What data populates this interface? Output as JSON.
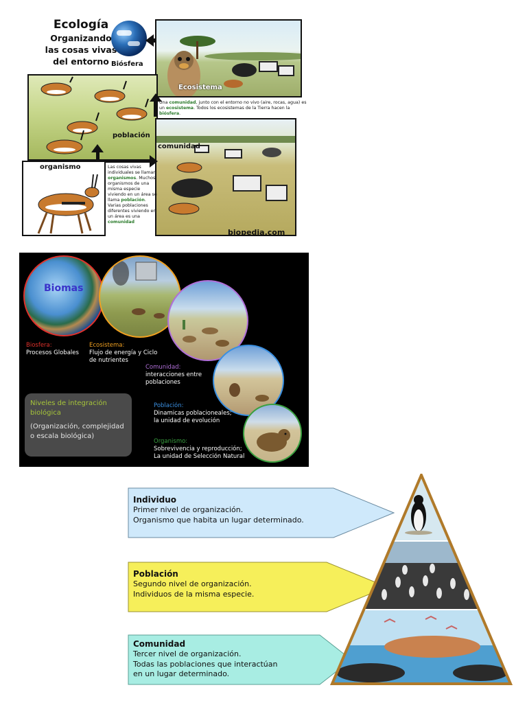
{
  "panel1": {
    "title": "Ecología",
    "subtitle_lines": [
      "Organizando",
      "las cosas vivas",
      "del entorno"
    ],
    "labels": {
      "biosfera": "Biósfera",
      "ecosistema": "Ecosistema",
      "poblacion": "población",
      "comunidad": "comunidad",
      "organismo": "organismo"
    },
    "ecosystem_caption": {
      "p1": "Una ",
      "k1": "comunidad",
      "p2": ", junto con el entorno no vivo (aire, rocas, agua) es un ",
      "k2": "ecosistema",
      "p3": ". Todos los ecosistemas de la Tierra hacen la ",
      "k3": "biósfera",
      "p4": "."
    },
    "organism_caption": {
      "p1": "Las cosas vivas individuales se llaman ",
      "k1": "organismos",
      "p2": ". Muchos organismos de una misma especie viviendo en un área se llama ",
      "k2": "población",
      "p3": ". Varias poblaciones diferentes viviendo en un área es una ",
      "k3": "comunidad"
    },
    "credit": "biopedia.com"
  },
  "panel2": {
    "circle_title": "Biomas",
    "levels": [
      {
        "name": "Biosfera:",
        "desc": [
          "Procesos Globales"
        ],
        "color": "#e0312b"
      },
      {
        "name": "Ecosistema:",
        "desc": [
          "Flujo de energía y Ciclo",
          "de nutrientes"
        ],
        "color": "#f0a020"
      },
      {
        "name": "Comunidad:",
        "desc": [
          "interacciones entre",
          "poblaciones"
        ],
        "color": "#b06fd8"
      },
      {
        "name": "Población:",
        "desc": [
          "Dinamicas poblacioneales;",
          "la unidad de evolución"
        ],
        "color": "#3a8fe0"
      },
      {
        "name": "Organismo:",
        "desc": [
          "Sobrevivencia y reproducción;",
          "La unidad de Selección Natural"
        ],
        "color": "#3aa040"
      }
    ],
    "box": {
      "heading_lines": [
        "Niveles de integración",
        "biológica"
      ],
      "body_lines": [
        "(Organización, complejidad",
        "o escala biológica)"
      ]
    }
  },
  "panel3": {
    "banners": [
      {
        "title": "Individuo",
        "lines": [
          "Primer nivel de organización.",
          "Organismo que habita un lugar determinado."
        ],
        "color": "#cfe9fb"
      },
      {
        "title": "Población",
        "lines": [
          "Segundo nivel de organización.",
          "Individuos de la misma especie."
        ],
        "color": "#f6ef5a"
      },
      {
        "title": "Comunidad",
        "lines": [
          "Tercer nivel de organización.",
          "Todas las poblaciones que interactúan",
          "en un lugar determinado."
        ],
        "color": "#a8ede3"
      }
    ]
  }
}
